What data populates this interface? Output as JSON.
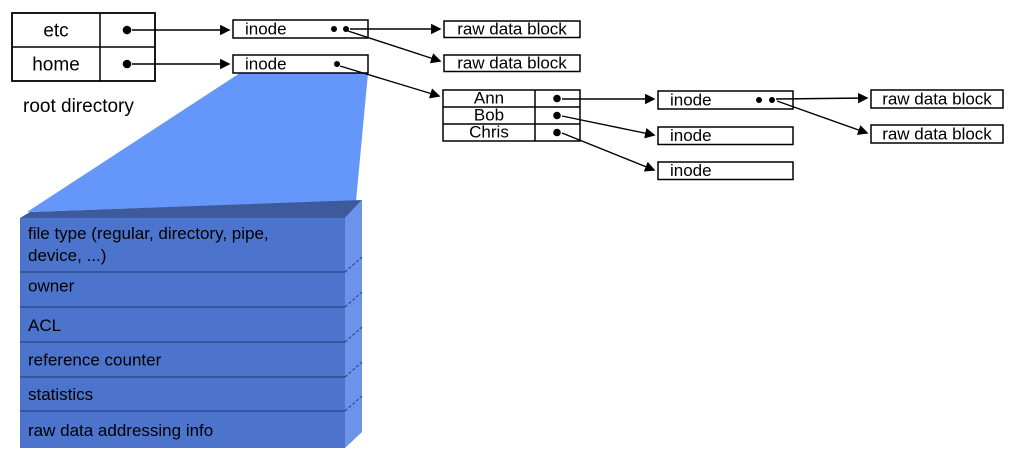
{
  "labels": {
    "inode": "inode",
    "raw_data_block": "raw data block",
    "root_directory": "root directory"
  },
  "root_table": {
    "rows": [
      "etc",
      "home"
    ]
  },
  "home_table": {
    "rows": [
      "Ann",
      "Bob",
      "Chris"
    ]
  },
  "stack": {
    "rows": [
      {
        "line1": "file type (regular, directory, pipe,",
        "line2": "device, ...)"
      },
      {
        "line1": "owner"
      },
      {
        "line1": "ACL"
      },
      {
        "line1": "reference counter"
      },
      {
        "line1": "statistics"
      },
      {
        "line1": "raw data addressing info"
      }
    ]
  },
  "colors": {
    "wedge": "#6497F9",
    "stack_front": "#4C74CC",
    "stack_side": "#6C92E9",
    "stack_top": "#3D5B9C",
    "stack_separator": "#2F4C8F",
    "stack_text": "#FFFFFF",
    "line": "#000000",
    "background": "#FFFFFF"
  }
}
